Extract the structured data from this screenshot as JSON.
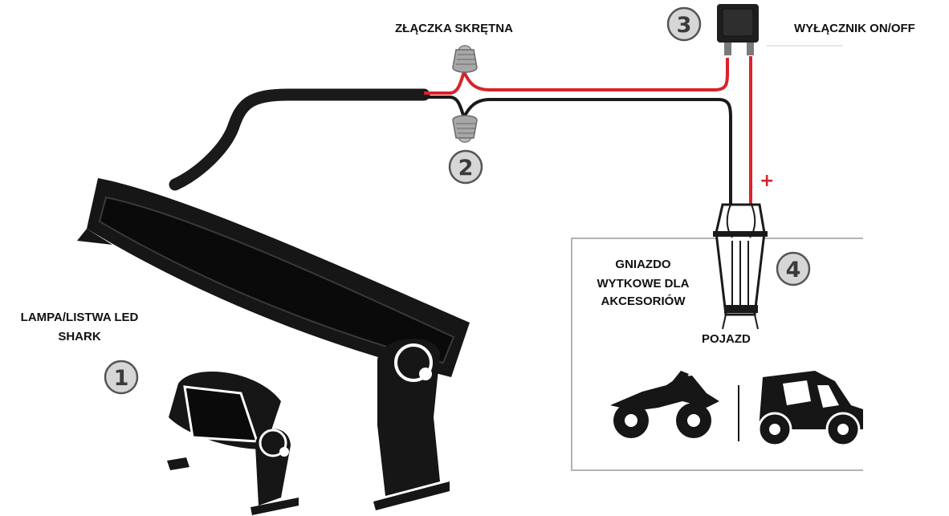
{
  "labels": {
    "connector": "ZŁĄCZKA SKRĘTNA",
    "switch": "WYŁĄCZNIK ON/OFF",
    "lamp_line1": "LAMPA/LISTWA LED",
    "lamp_line2": "SHARK",
    "socket_line1": "GNIAZDO",
    "socket_line2": "WYTKOWE DLA",
    "socket_line3": "AKCESORIÓW",
    "vehicle": "POJAZD",
    "plus": "+"
  },
  "markers": [
    "1",
    "2",
    "3",
    "4"
  ],
  "colors": {
    "positive_wire": "#d8232a",
    "negative_wire": "#1a1a1a",
    "marker_fill": "#d6d6d6",
    "marker_ring": "#555555"
  },
  "icons": [
    "led-light-bar-icon",
    "work-lamp-icon",
    "wire-nut-icon",
    "rocker-switch-icon",
    "accessory-plug-icon",
    "atv-icon",
    "utv-icon"
  ]
}
